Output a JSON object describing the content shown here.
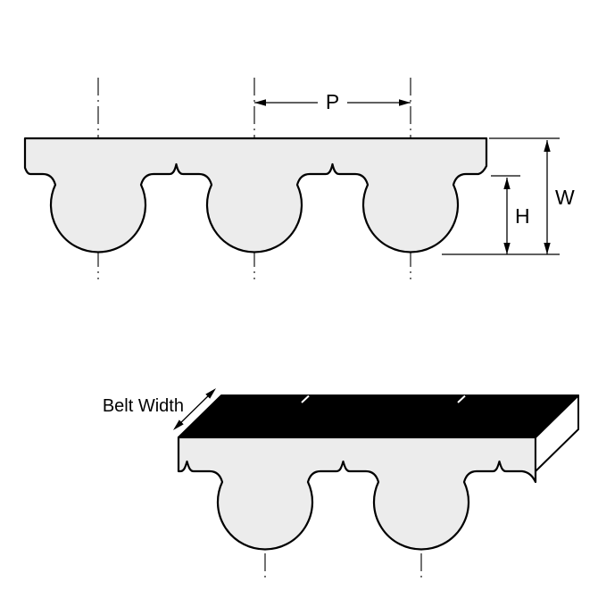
{
  "labels": {
    "pitch": "P",
    "belt_thickness": "W",
    "tooth_height": "H",
    "belt_width": "Belt Width"
  },
  "colors": {
    "outline": "#000000",
    "belt_fill": "#ececec",
    "top_face_fill": "#000000",
    "side_face_fill": "#ffffff",
    "background": "#ffffff"
  }
}
